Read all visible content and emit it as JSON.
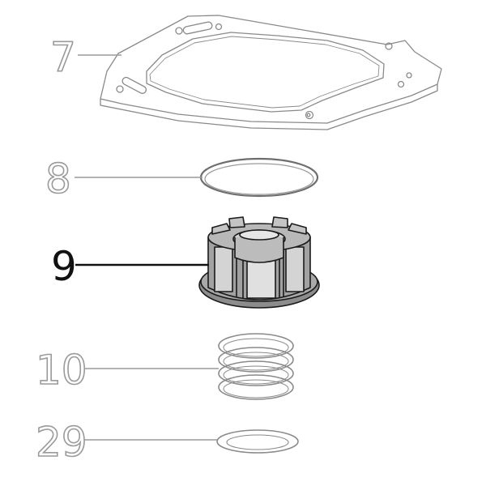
{
  "diagram": {
    "type": "exploded-parts-view",
    "colors": {
      "background": "#ffffff",
      "muted_line": "#9a9a9a",
      "muted_fill": "#ffffff",
      "highlight": "#111111",
      "part_fill_dark": "#a9a9a9",
      "part_fill_light": "#d4d4d4"
    },
    "callouts": [
      {
        "id": "7",
        "label": "7",
        "highlighted": false
      },
      {
        "id": "8",
        "label": "8",
        "highlighted": false
      },
      {
        "id": "9",
        "label": "9",
        "highlighted": true
      },
      {
        "id": "10",
        "label": "10",
        "highlighted": false
      },
      {
        "id": "29",
        "label": "29",
        "highlighted": false
      }
    ]
  }
}
